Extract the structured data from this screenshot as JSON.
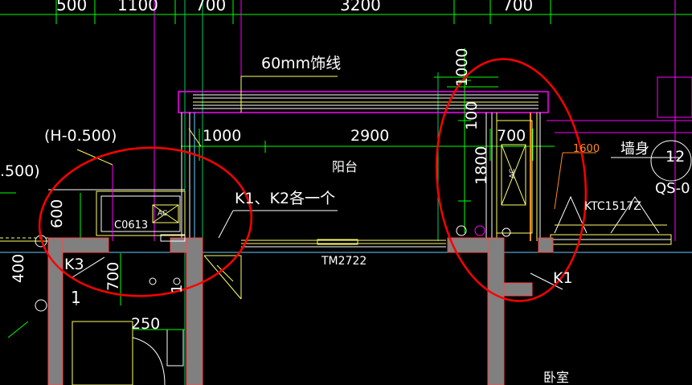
{
  "title": "",
  "dimensions_top": [
    "500",
    "1100",
    "700",
    "3200",
    "700"
  ],
  "dimensions_balcony": {
    "left": "1000",
    "main": "2900",
    "right": "700"
  },
  "dimensions_vertical": {
    "d1": "1000",
    "d2": "1800",
    "d3": "1600",
    "d4": "600",
    "d5": "400",
    "d6": "700",
    "d7": "100"
  },
  "annotations": {
    "molding": "60mm饰线",
    "elevation": "(H-0.500)",
    "elevation_left": ".500)",
    "balcony": "阳台",
    "k_note": "K1、K2各一个",
    "window_left": "C0613",
    "door": "TM2722",
    "wall_body": "墙身",
    "window_right": "KTC1517Z",
    "k3": "K3",
    "k1": "K1",
    "dim_250": "250",
    "bedroom": "卧室",
    "qs": "QS-0",
    "grid_12": "12",
    "ac": "AC",
    "small_1": "1",
    "small_1b": "1"
  },
  "colors": {
    "background": "#000000",
    "wall": "#808080",
    "dimension": "#00ff00",
    "magenta": "#ff00ff",
    "text": "#ffffff",
    "yellow": "#ffff66",
    "highlight_circle": "#ff0000",
    "orange": "#ff8a1e"
  }
}
